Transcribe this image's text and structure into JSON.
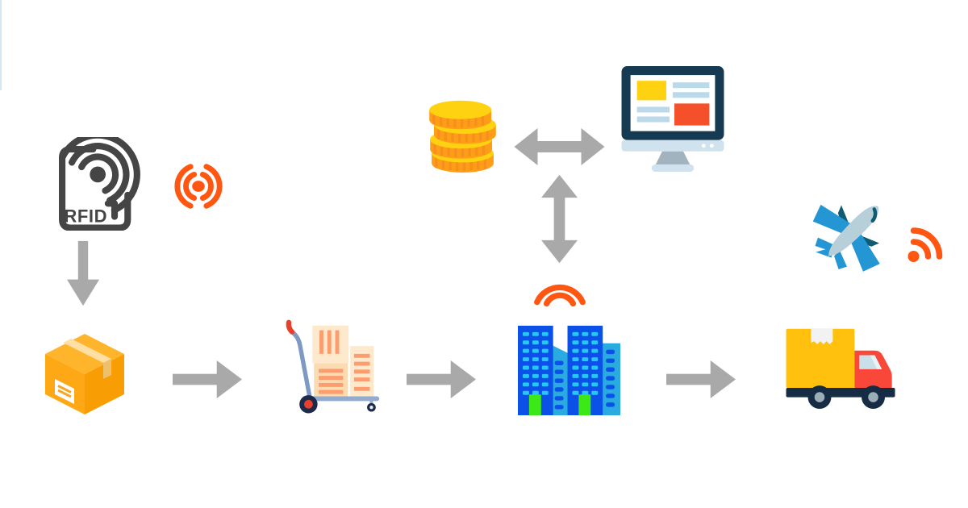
{
  "page": {
    "title": "RFID logistics and supply chain flow diagram",
    "background": "#ffffff"
  },
  "diagram": {
    "rfid_label": "RFID",
    "nodes": [
      {
        "name": "rfid-tag",
        "icon": "rfid-tag-icon",
        "text": "RFID"
      },
      {
        "name": "radio-signal",
        "icon": "broadcast-signal-icon"
      },
      {
        "name": "package-box",
        "icon": "package-box-icon"
      },
      {
        "name": "hand-truck",
        "icon": "hand-truck-icon"
      },
      {
        "name": "coin-stack",
        "icon": "coins-icon"
      },
      {
        "name": "desktop-computer",
        "icon": "monitor-icon"
      },
      {
        "name": "office-buildings",
        "icon": "buildings-icon"
      },
      {
        "name": "wifi-signal",
        "icon": "wifi-icon"
      },
      {
        "name": "airplane",
        "icon": "airplane-icon"
      },
      {
        "name": "tracking-signal",
        "icon": "rss-signal-icon"
      },
      {
        "name": "delivery-truck",
        "icon": "truck-icon"
      }
    ],
    "connections": [
      {
        "from": "rfid-tag",
        "to": "package-box",
        "type": "arrow-down"
      },
      {
        "from": "package-box",
        "to": "hand-truck",
        "type": "arrow-right"
      },
      {
        "from": "hand-truck",
        "to": "office-buildings",
        "type": "arrow-right"
      },
      {
        "from": "office-buildings",
        "to": "coins-and-computer",
        "type": "double-arrow-vertical"
      },
      {
        "from": "coin-stack",
        "to": "desktop-computer",
        "type": "double-arrow-horizontal"
      },
      {
        "from": "office-buildings",
        "to": "delivery-truck",
        "type": "arrow-right"
      }
    ]
  },
  "colors": {
    "canvas": "#ffffff",
    "arrow-gray": "#a9a9a9",
    "signal-orange": "#ff5712",
    "rfid-dark": "#454545",
    "box-top": "#ffb52b",
    "box-left": "#ffa815",
    "box-right": "#f99d05",
    "box-tape": "#ffdfa3",
    "box-tape-fold": "#efc06b",
    "label-white": "#ffffff",
    "label-line": "#f5a623",
    "carton-light": "#ffe9cd",
    "carton-mid": "#fddbb1",
    "carton-stripe": "#fd9c6e",
    "cart-handle": "#7d99c4",
    "cart-red": "#e8402a",
    "cart-platform": "#93abcd",
    "wheel-dark": "#1d2b4a",
    "wheel-hub-light": "#e9eef5",
    "coin-yellow": "#ffd211",
    "coin-orange": "#ff9e16",
    "coin-stripe": "#f78f1e",
    "monitor-frame": "#163a52",
    "monitor-bezel": "#cfe2ed",
    "monitor-stand": "#a2b2bf",
    "tile-yellow": "#ffd211",
    "tile-red": "#f4502a",
    "bar-blue": "#bcd9ea",
    "building-blue": "#0b51e8",
    "building-light": "#29abe2",
    "window-cyan": "#29c5f6",
    "door-green": "#3ce815",
    "plane-body": "#b7cfd8",
    "plane-blue": "#2496d3",
    "plane-dark": "#0e5b74",
    "truck-yellow": "#ffc10d",
    "truck-red": "#f9483a",
    "truck-navy": "#152c44",
    "truck-window": "#c9dfe9",
    "truck-hub": "#9badb6",
    "tape-white": "#f2f2f2",
    "edge-artifact": "#d6e5f0"
  }
}
